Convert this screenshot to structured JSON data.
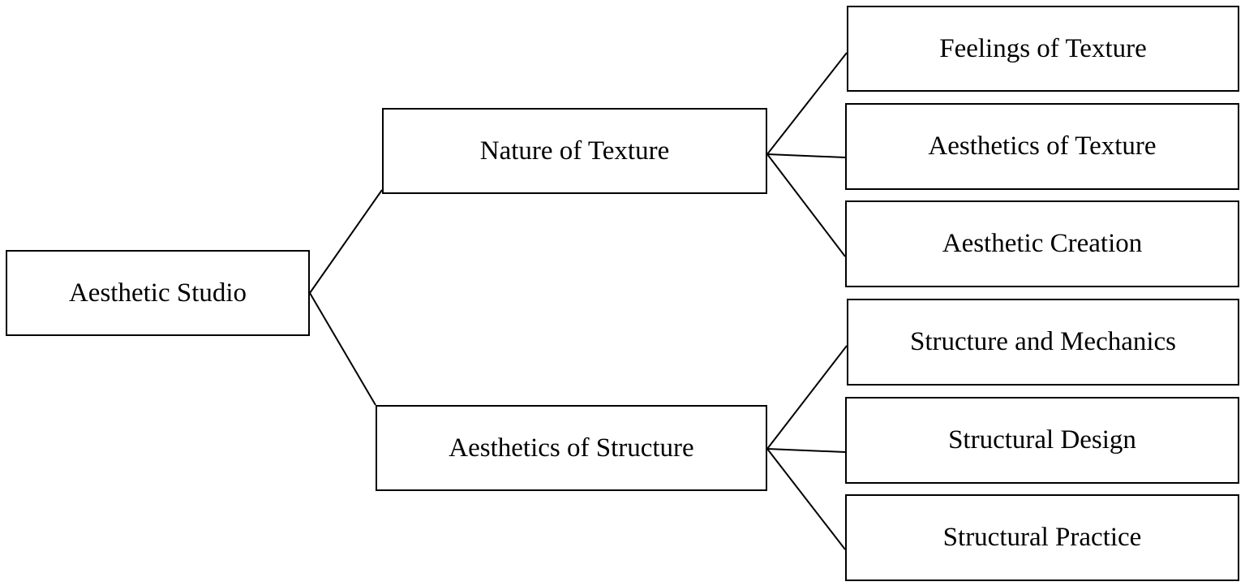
{
  "root": {
    "label": "Aesthetic Studio"
  },
  "branches": [
    {
      "label": "Nature of Texture",
      "children": [
        {
          "label": "Feelings of Texture"
        },
        {
          "label": "Aesthetics of Texture"
        },
        {
          "label": "Aesthetic Creation"
        }
      ]
    },
    {
      "label": "Aesthetics of Structure",
      "children": [
        {
          "label": "Structure and Mechanics"
        },
        {
          "label": "Structural Design"
        },
        {
          "label": "Structural Practice"
        }
      ]
    }
  ]
}
